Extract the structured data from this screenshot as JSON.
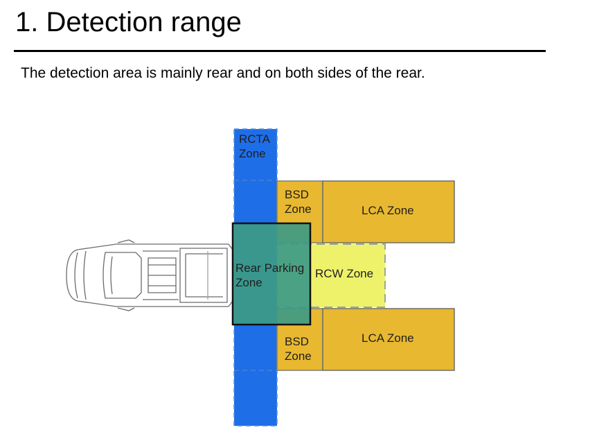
{
  "section": {
    "heading": "1. Detection range",
    "intro": "The detection area is mainly rear and on both sides of the rear."
  },
  "diagram": {
    "zones": {
      "rcta": {
        "line1": "RCTA",
        "line2": "Zone",
        "color": "#1e6ee8"
      },
      "bsd_upper": {
        "line1": "BSD",
        "line2": "Zone",
        "color": "#e8b830"
      },
      "bsd_lower": {
        "line1": "BSD",
        "line2": "Zone",
        "color": "#e8b830"
      },
      "lca_upper": {
        "label": "LCA Zone",
        "color": "#e8b830"
      },
      "lca_lower": {
        "label": "LCA Zone",
        "color": "#e8b830"
      },
      "rcw": {
        "label": "RCW Zone",
        "color": "#eef26a"
      },
      "rear_parking": {
        "line1": "Rear Parking",
        "line2": "Zone",
        "color": "#3d9a86"
      }
    }
  }
}
